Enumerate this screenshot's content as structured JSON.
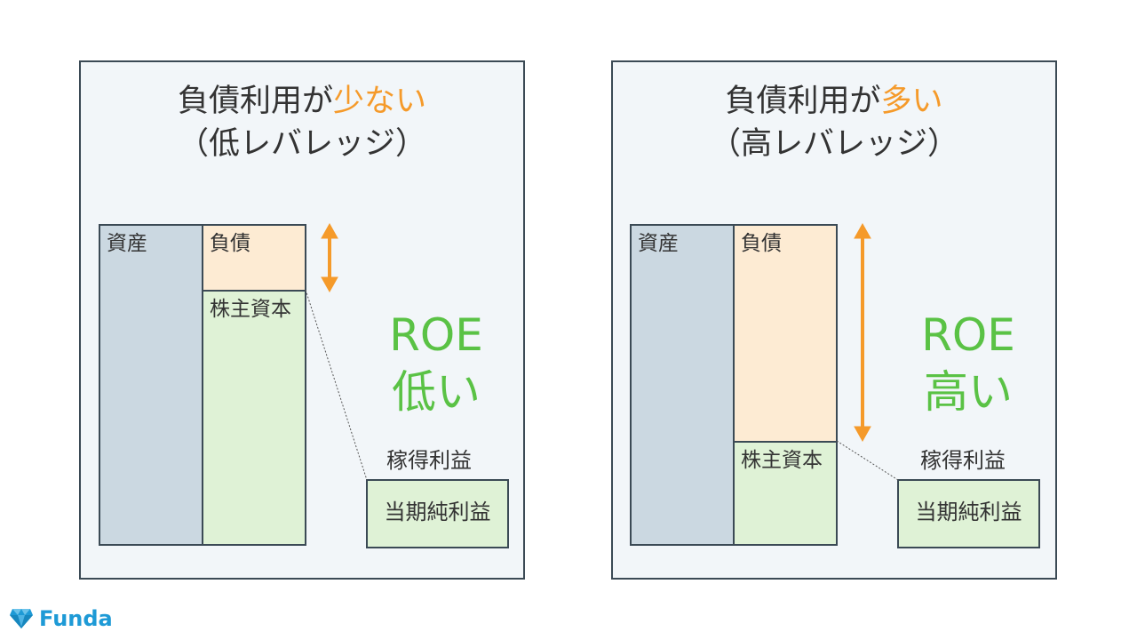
{
  "left_panel": {
    "title_prefix": "負債利用が",
    "title_accent": "少ない",
    "subtitle": "（低レバレッジ）",
    "assets_label": "資産",
    "liabilities_label": "負債",
    "equity_label": "株主資本",
    "earning_power_label": "稼得利益",
    "net_income_label": "当期純利益",
    "roe_label": "ROE",
    "roe_result": "低い"
  },
  "right_panel": {
    "title_prefix": "負債利用が",
    "title_accent": "多い",
    "subtitle": "（高レバレッジ）",
    "assets_label": "資産",
    "liabilities_label": "負債",
    "equity_label": "株主資本",
    "earning_power_label": "稼得利益",
    "net_income_label": "当期純利益",
    "roe_label": "ROE",
    "roe_result": "高い"
  },
  "logo": {
    "text": "Funda",
    "icon": "diamond-icon"
  },
  "colors": {
    "accent_orange": "#f59a2a",
    "roe_green": "#5ac245",
    "assets_fill": "#cbd8e1",
    "liabilities_fill": "#fdebd3",
    "equity_fill": "#dff2d6",
    "brand_blue": "#1e9ad6"
  }
}
